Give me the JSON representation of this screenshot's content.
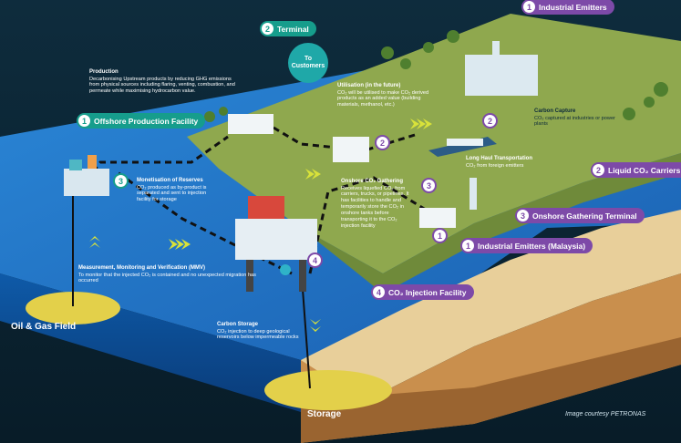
{
  "colors": {
    "background": "#0b2433",
    "ocean_top": "#1f6fc4",
    "ocean_side": "#0d4f9a",
    "land_green": "#8fa84e",
    "sand": "#e8cf9a",
    "pill_purple": "#7d4aa8",
    "pill_teal": "#169d8c",
    "chevron": "#d8e23a",
    "pipeline": "#111111"
  },
  "callouts": [
    {
      "num": "1",
      "label": "Industrial Emitters",
      "style": "purple"
    },
    {
      "num": "2",
      "label": "Terminal",
      "style": "teal"
    },
    {
      "num": "1",
      "label": "Offshore Production Facility",
      "style": "teal"
    },
    {
      "num": "2",
      "label": "Liquid CO₂ Carriers",
      "style": "purple"
    },
    {
      "num": "3",
      "label": "Onshore Gathering Terminal",
      "style": "purple"
    },
    {
      "num": "1",
      "label": "Industrial Emitters (Malaysia)",
      "style": "purple"
    },
    {
      "num": "4",
      "label": "CO₂ Injection Facility",
      "style": "purple"
    }
  ],
  "markers": [
    "2",
    "2",
    "3",
    "1",
    "4",
    "3"
  ],
  "customers": "To Customers",
  "notes": {
    "production": {
      "title": "Production",
      "body": "Decarbonising Upstream products by reducing GHG emissions from physical sources including flaring, venting, combustion, and permeate while maximising hydrocarbon value."
    },
    "utilisation": {
      "title": "Utilisation (in the future)",
      "body": "CO₂ will be utilised to make CO₂ derived products as an added value (building materials, methanol, etc.)"
    },
    "carbon_capture": {
      "title": "Carbon Capture",
      "body": "CO₂ captured at industries or power plants"
    },
    "long_haul": {
      "title": "Long Haul Transportation",
      "body": "CO₂ from foreign emitters"
    },
    "monetisation": {
      "title": "Monetisation of Reserves",
      "body": "CO₂ produced as by-product is separated and sent to injection facility for storage"
    },
    "onshore": {
      "title": "Onshore CO₂ Gathering",
      "body": "Receives liquefied CO₂ from carriers, trucks, or pipelines. It has facilities to handle and temporarily store the CO₂ in onshore tanks before transporting it to the CO₂ injection facility"
    },
    "mmv": {
      "title": "Measurement, Monitoring and Verification (MMV)",
      "body": "To monitor that the injected CO₂ is contained and no unexpected migration has occurred"
    },
    "storage": {
      "title": "Carbon Storage",
      "body": "CO₂ injection to deep geological reservoirs below impermeable rocks"
    }
  },
  "field_labels": {
    "oil_gas": "Oil & Gas Field",
    "storage": "Storage"
  },
  "credit": "Image courtesy PETRONAS"
}
